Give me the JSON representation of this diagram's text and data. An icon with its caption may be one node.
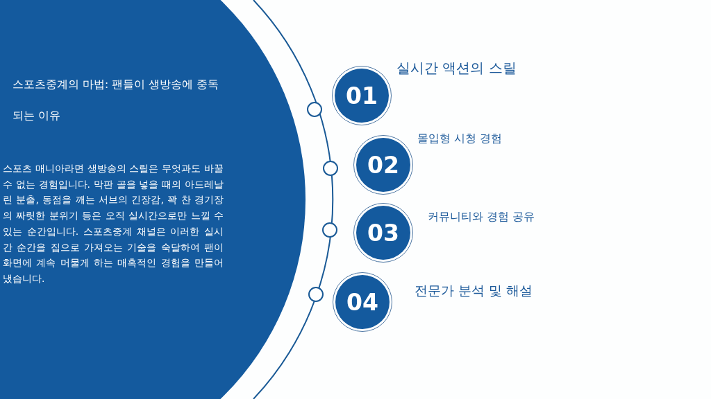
{
  "diagram": {
    "title": "스포츠중계의 마법: 팬들이 생방송에 중독되는 이유",
    "nodes": [
      {
        "text": [
          "01"
        ],
        "beside": [
          "실시간 액션의 스릴"
        ]
      },
      {
        "text": [
          "02"
        ],
        "beside": [
          "몰입형 시청 경험"
        ]
      },
      {
        "text": [
          "03"
        ],
        "beside": [
          "커뮤니티와 경험 공유"
        ]
      },
      {
        "text": [
          "04"
        ],
        "beside": [
          "전문가 분석 및 해설"
        ]
      }
    ],
    "labels": [
      "스포츠 매니아라면 생방송의 스릴은 무엇과도 바꿀 수 없는 경험입니다. 막판 골을 넣을 때의 아드레날린 분출, 동점을 깨는 서브의 긴장감, 꽉 찬 경기장의 짜릿한 분위기 등은 오직 실시간으로만 느낄 수 있는 순간입니다. 스포츠중계 채널은 이러한 실시간 순간을 집으로 가져오는 기술을 숙달하여 팬이 화면에 계속 머물게 하는 매혹적인 경험을 만들어냈습니다."
    ]
  }
}
